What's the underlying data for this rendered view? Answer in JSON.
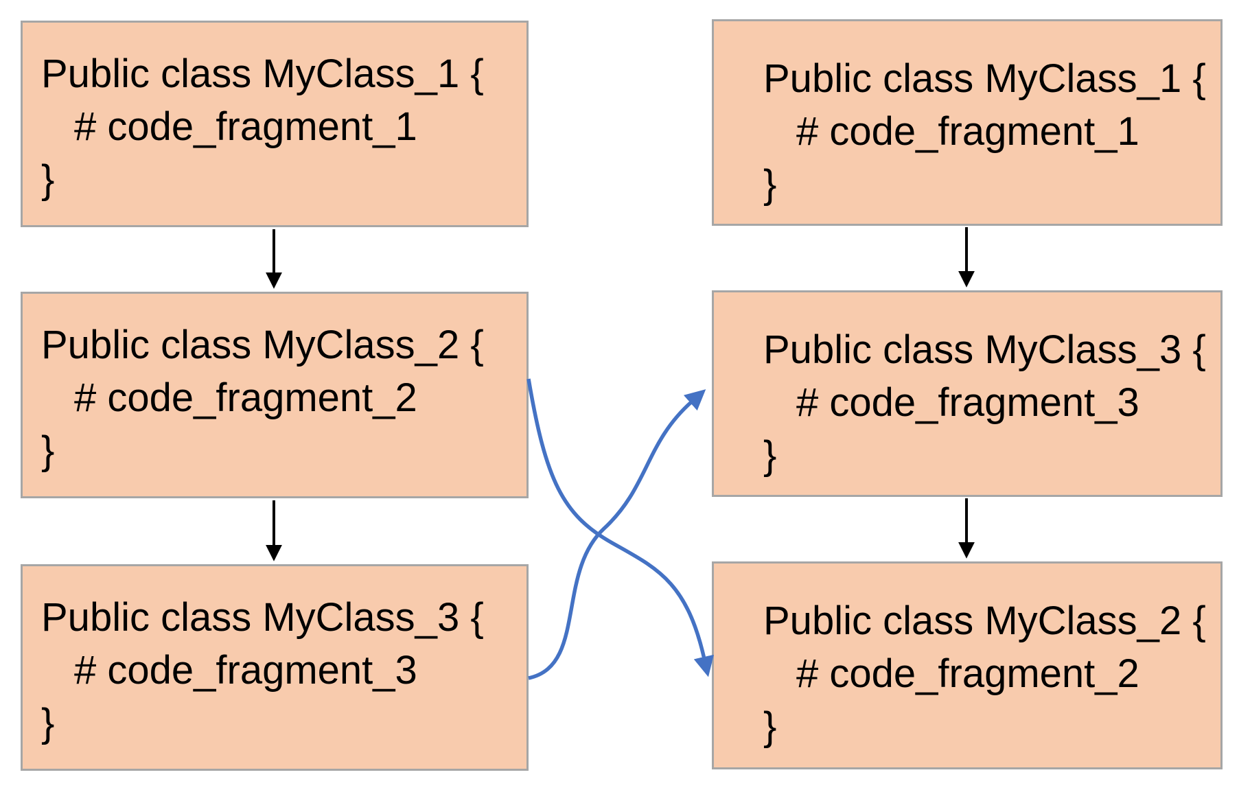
{
  "diagram": {
    "left_column": [
      {
        "id": "left-myclass-1",
        "lines": [
          "Public class MyClass_1 {",
          "# code_fragment_1",
          "}"
        ]
      },
      {
        "id": "left-myclass-2",
        "lines": [
          "Public class MyClass_2 {",
          "# code_fragment_2",
          "}"
        ]
      },
      {
        "id": "left-myclass-3",
        "lines": [
          "Public class MyClass_3 {",
          "# code_fragment_3",
          "}"
        ]
      }
    ],
    "right_column": [
      {
        "id": "right-myclass-1",
        "lines": [
          "Public class MyClass_1 {",
          "# code_fragment_1",
          "}"
        ]
      },
      {
        "id": "right-myclass-3",
        "lines": [
          "Public class MyClass_3 {",
          "# code_fragment_3",
          "}"
        ]
      },
      {
        "id": "right-myclass-2",
        "lines": [
          "Public class MyClass_2 {",
          "# code_fragment_2",
          "}"
        ]
      }
    ],
    "connections": [
      {
        "type": "flow",
        "from": "left-myclass-1",
        "to": "left-myclass-2"
      },
      {
        "type": "flow",
        "from": "left-myclass-2",
        "to": "left-myclass-3"
      },
      {
        "type": "flow",
        "from": "right-myclass-1",
        "to": "right-myclass-3"
      },
      {
        "type": "flow",
        "from": "right-myclass-3",
        "to": "right-myclass-2"
      },
      {
        "type": "swap",
        "from": "left-myclass-2",
        "to": "right-myclass-2"
      },
      {
        "type": "swap",
        "from": "left-myclass-3",
        "to": "right-myclass-3"
      }
    ],
    "colors": {
      "box_fill": "#f8cbad",
      "box_border": "#a6a6a6",
      "flow_arrow": "#000000",
      "swap_arrow": "#4472c4",
      "text": "#000000",
      "background": "#ffffff"
    }
  }
}
